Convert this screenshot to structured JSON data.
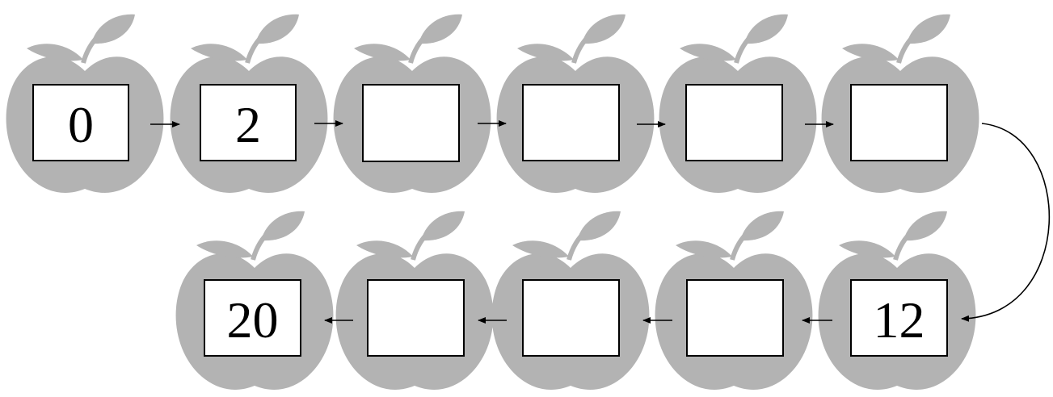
{
  "colors": {
    "apple": "#b3b3b3",
    "box_border": "#000000",
    "arrow": "#000000"
  },
  "sequence": {
    "row1": [
      {
        "value": "0"
      },
      {
        "value": "2"
      },
      {
        "value": ""
      },
      {
        "value": ""
      },
      {
        "value": ""
      },
      {
        "value": ""
      }
    ],
    "row2": [
      {
        "value": "20"
      },
      {
        "value": ""
      },
      {
        "value": ""
      },
      {
        "value": ""
      },
      {
        "value": "12"
      }
    ]
  }
}
